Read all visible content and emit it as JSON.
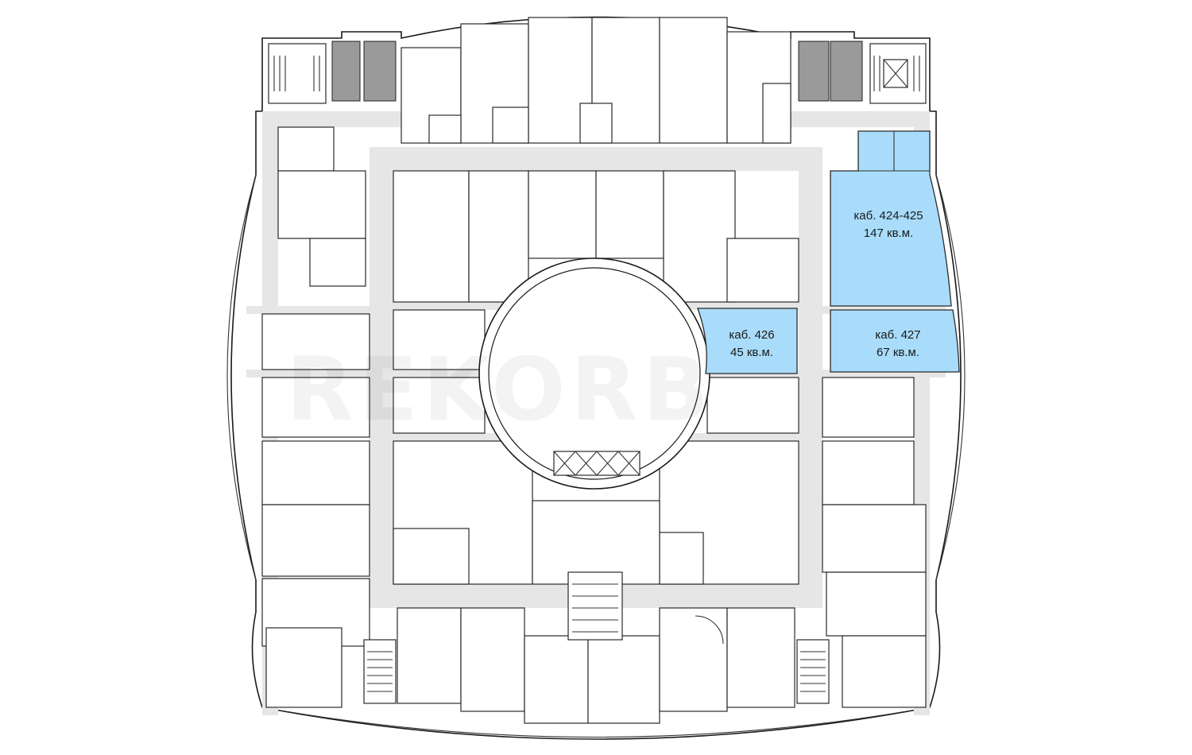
{
  "watermark": {
    "text": "REKORB"
  },
  "offices": [
    {
      "id": "424-425",
      "name": "каб. 424-425",
      "area": "147 кв.м."
    },
    {
      "id": "426",
      "name": "каб. 426",
      "area": "45 кв.м."
    },
    {
      "id": "427",
      "name": "каб. 427",
      "area": "67 кв.м."
    }
  ],
  "colors": {
    "highlight": "#a9dcfb",
    "corridor": "#e6e6e6",
    "service": "#9a9a9a",
    "wall": "#1a1a1a"
  }
}
